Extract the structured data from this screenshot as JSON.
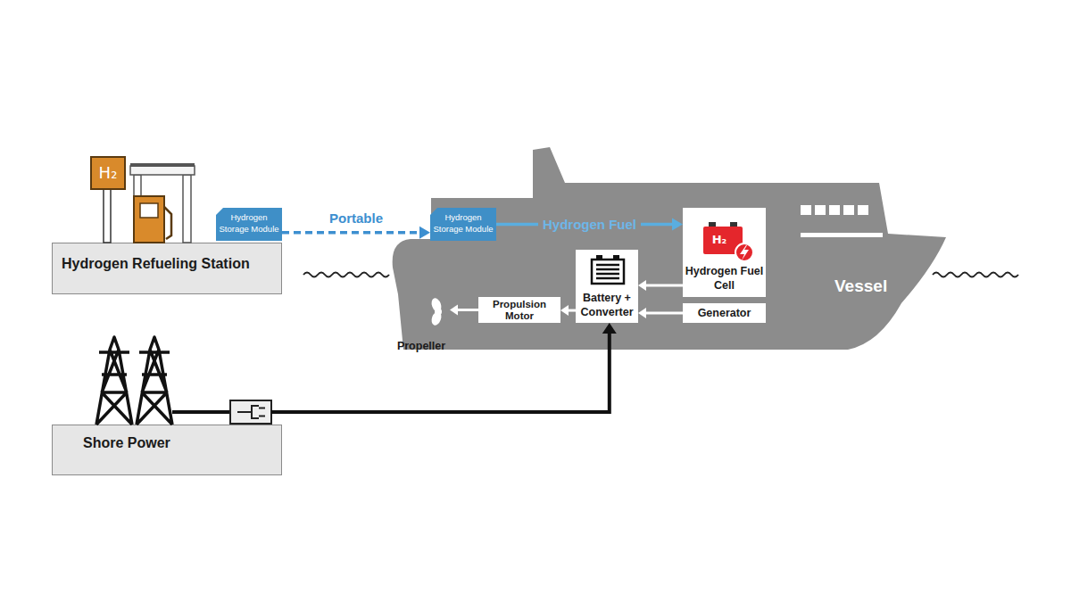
{
  "diagram": {
    "nodes": [
      {
        "text": [
          "Hydrogen Refueling Station"
        ]
      },
      {
        "text": [
          "Hydrogen Storage Module"
        ]
      },
      {
        "text": [
          "Vessel"
        ]
      },
      {
        "text": [
          "Hydrogen Storage Module"
        ],
        "in": 2
      },
      {
        "text": [
          "Hydrogen Fuel Cell"
        ],
        "in": 2
      },
      {
        "text": [
          "Battery + Converter"
        ],
        "in": 2
      },
      {
        "text": [
          "Generator"
        ],
        "in": 2
      },
      {
        "text": [
          "Propulsion Motor"
        ],
        "in": 2
      },
      {
        "text": [
          "Propeller"
        ]
      },
      {
        "text": [
          "Shore Power"
        ]
      }
    ],
    "edges": [
      {
        "from": 1,
        "to": 3,
        "label": "Portable",
        "arrow": "to"
      },
      {
        "from": 3,
        "to": 4,
        "label": "Hydrogen Fuel",
        "arrow": "to"
      },
      {
        "from": 4,
        "to": 5,
        "arrow": "to"
      },
      {
        "from": 6,
        "to": 5,
        "arrow": "to"
      },
      {
        "from": 5,
        "to": 7,
        "arrow": "to"
      },
      {
        "from": 7,
        "to": 8,
        "arrow": "to"
      },
      {
        "from": 9,
        "to": 5,
        "arrow": "to"
      }
    ],
    "labels": [
      "H₂",
      "H₂"
    ]
  }
}
